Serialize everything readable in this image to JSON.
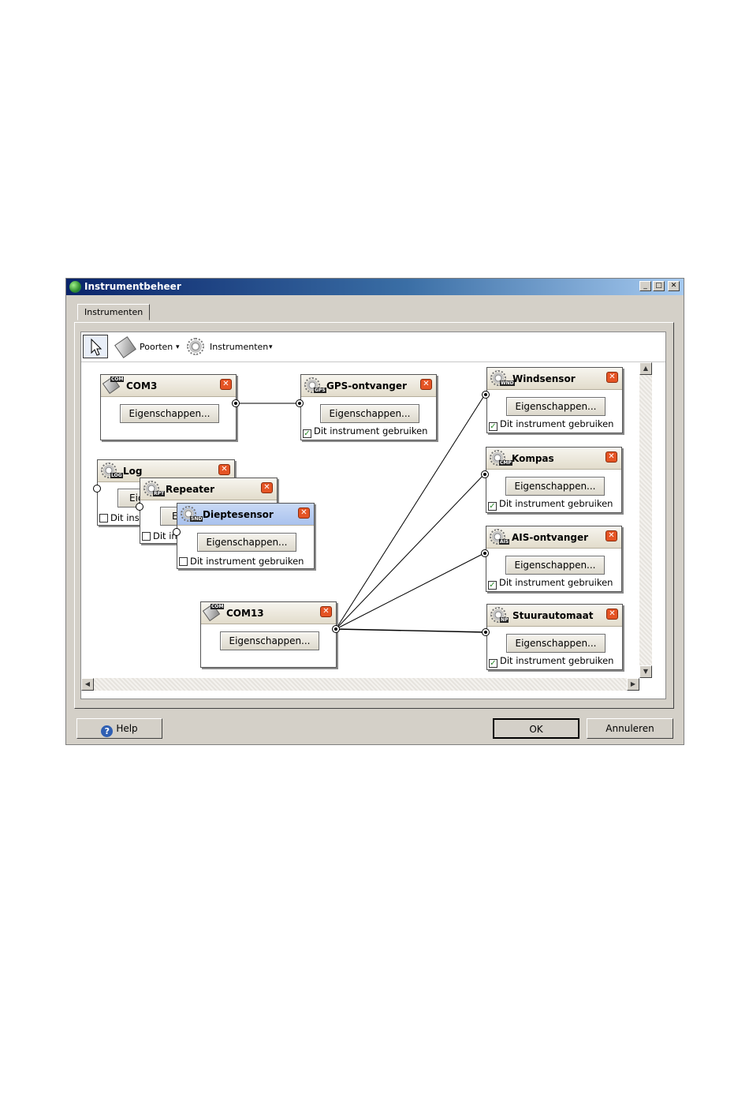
{
  "window": {
    "title": "Instrumentbeheer",
    "minimize": "_",
    "maximize": "□",
    "close": "✕"
  },
  "tabs": [
    {
      "label": "Instrumenten"
    }
  ],
  "toolbar": {
    "ports_label": "Poorten",
    "instruments_label": "Instrumenten",
    "dropdown_arrow": "▾"
  },
  "common": {
    "properties_label": "Eigenschappen...",
    "use_instrument_label": "Dit instrument gebruiken",
    "remove_glyph": "✕",
    "checkmark": "✓"
  },
  "nodes": {
    "com3": {
      "title": "COM3",
      "badge": "COM"
    },
    "gps": {
      "title": "GPS-ontvanger",
      "badge": "GPS",
      "enabled": true
    },
    "log": {
      "title": "Log",
      "badge": "LOG",
      "enabled": false,
      "properties_partial": "Eig",
      "use_partial": "Dit inst"
    },
    "repeater": {
      "title": "Repeater",
      "badge": "RPT",
      "enabled": false,
      "properties_partial": "E",
      "use_partial": "Dit in"
    },
    "depth": {
      "title": "Dieptesensor",
      "badge": "SND",
      "enabled": false
    },
    "com13": {
      "title": "COM13",
      "badge": "COM"
    },
    "wind": {
      "title": "Windsensor",
      "badge": "WND",
      "enabled": true
    },
    "compass": {
      "title": "Kompas",
      "badge": "CMP",
      "enabled": true
    },
    "ais": {
      "title": "AIS-ontvanger",
      "badge": "AIS",
      "enabled": true
    },
    "autopilot": {
      "title": "Stuurautomaat",
      "badge": "NP",
      "enabled": true
    }
  },
  "footer": {
    "help_label": "Help",
    "help_icon": "?",
    "ok_label": "OK",
    "cancel_label": "Annuleren"
  },
  "scroll": {
    "up": "▲",
    "down": "▼",
    "left": "◀",
    "right": "▶"
  },
  "colors": {
    "title_start": "#0a246a",
    "title_end": "#a6caf0",
    "remove_button": "#e55424",
    "selected_header": "#a9c2ee"
  }
}
